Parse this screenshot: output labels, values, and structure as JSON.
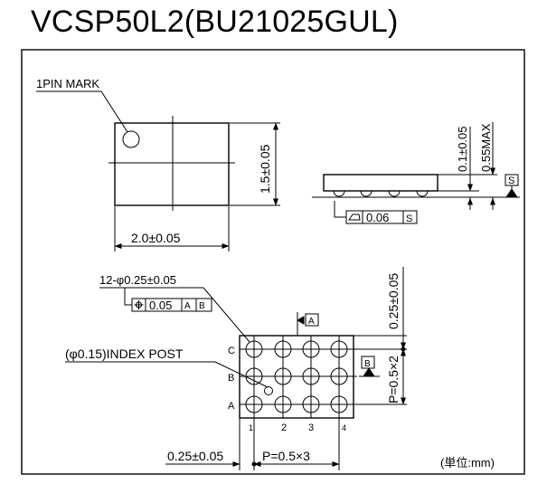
{
  "title": "VCSP50L2(BU21025GUL)",
  "top_view": {
    "pin1_label": "1PIN MARK",
    "width_label": "2.0±0.05",
    "height_label": "1.5±0.05"
  },
  "side_view": {
    "height_label_a": "0.1±0.05",
    "height_label_b": "0.55MAX",
    "datum_s": "S",
    "flatness_value": "0.06",
    "flatness_datum": "S"
  },
  "bottom_view": {
    "ball_label": "12-φ0.25±0.05",
    "position_value": "0.05",
    "datum_a": "A",
    "datum_b": "B",
    "index_post_label": "(φ0.15)INDEX POST",
    "rows": [
      "C",
      "B",
      "A"
    ],
    "cols": [
      "1",
      "2",
      "3",
      "4"
    ],
    "offset_x_label": "0.25±0.05",
    "pitch_x_label": "P=0.5×3",
    "offset_y_label": "0.25±0.05",
    "pitch_y_label": "P=0.5×2",
    "datum_a_flag": "A",
    "datum_b_flag": "B"
  },
  "unit_label": "(単位:mm)"
}
